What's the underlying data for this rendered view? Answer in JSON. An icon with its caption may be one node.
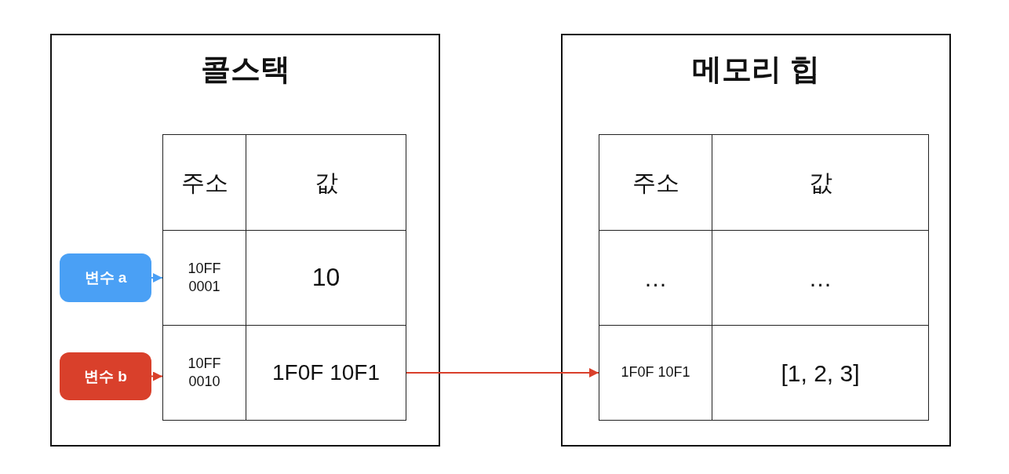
{
  "diagram": {
    "nodes": [
      {
        "text": [
          "콜스택"
        ]
      },
      {
        "text": [
          "주소"
        ],
        "in": 0
      },
      {
        "text": [
          "값"
        ],
        "in": 0
      },
      {
        "text": [
          "10FF 0001"
        ],
        "in": 0
      },
      {
        "text": [
          "10"
        ],
        "in": 0
      },
      {
        "text": [
          "10FF 0010"
        ],
        "in": 0
      },
      {
        "text": [
          "1F0F 10F1"
        ],
        "in": 0
      },
      {
        "text": [
          "변수 a"
        ],
        "in": 0
      },
      {
        "text": [
          "변수 b"
        ],
        "in": 0
      },
      {
        "text": [
          "메모리 힙"
        ]
      },
      {
        "text": [
          "주소"
        ],
        "in": 9
      },
      {
        "text": [
          "값"
        ],
        "in": 9
      },
      {
        "text": [
          "…"
        ],
        "in": 9
      },
      {
        "text": [
          "…"
        ],
        "in": 9
      },
      {
        "text": [
          "1F0F 10F1"
        ],
        "in": 9
      },
      {
        "text": [
          "[1, 2, 3]"
        ],
        "in": 9
      }
    ],
    "edges": [
      {
        "from": 7,
        "to": 3,
        "arrow": "to",
        "color": "#4a9ff5"
      },
      {
        "from": 8,
        "to": 5,
        "arrow": "to",
        "color": "#d9402b"
      },
      {
        "from": 6,
        "to": 14,
        "arrow": "to",
        "color": "#d9402b"
      }
    ]
  }
}
